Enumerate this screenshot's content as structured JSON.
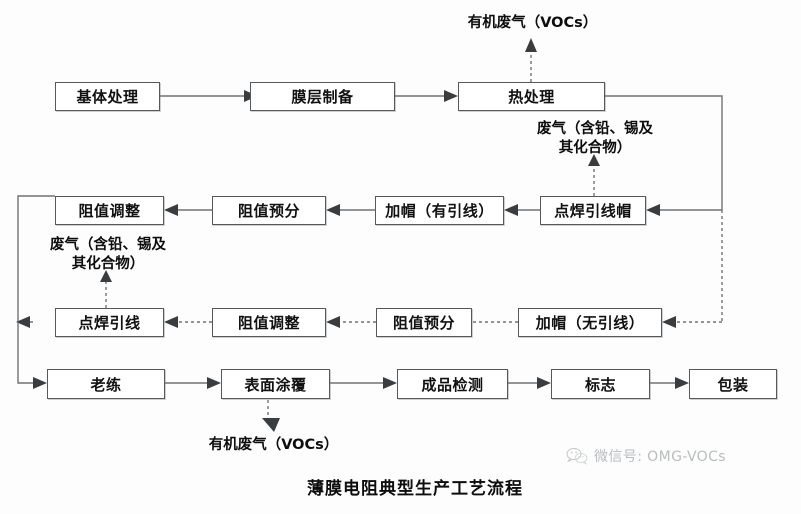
{
  "diagram": {
    "caption": "薄膜电阻典型生产工艺流程",
    "accent_color": "#56595c",
    "wire_color": "#6f7376",
    "nodes": {
      "substrate_treatment": "基体处理",
      "film_preparation": "膜层制备",
      "heat_treatment": "热处理",
      "resistance_adjust_1": "阻值调整",
      "resistance_presort_1": "阻值预分",
      "capping_with_lead": "加帽（有引线）",
      "spot_weld_lead_cap": "点焊引线帽",
      "spot_weld_lead": "点焊引线",
      "resistance_adjust_2": "阻值调整",
      "resistance_presort_2": "阻值预分",
      "capping_no_lead": "加帽（无引线）",
      "aging": "老练",
      "surface_coating": "表面涂覆",
      "finished_inspection": "成品检测",
      "marking": "标志",
      "packaging": "包装"
    },
    "emission_labels": {
      "voc_top": "有机废气（VOCs）",
      "waste_gas_heat": "废气（含铅、锡及\n其化合物）",
      "waste_gas_heat_line1": "废气（含铅、锡及",
      "waste_gas_heat_line2": "其化合物）",
      "waste_gas_left_line1": "废气（含铅、锡及",
      "waste_gas_left_line2": "其化合物）",
      "voc_bottom": "有机废气（VOCs）"
    },
    "watermark": {
      "icon": "wechat-icon",
      "text": "微信号: OMG-VOCs"
    }
  }
}
